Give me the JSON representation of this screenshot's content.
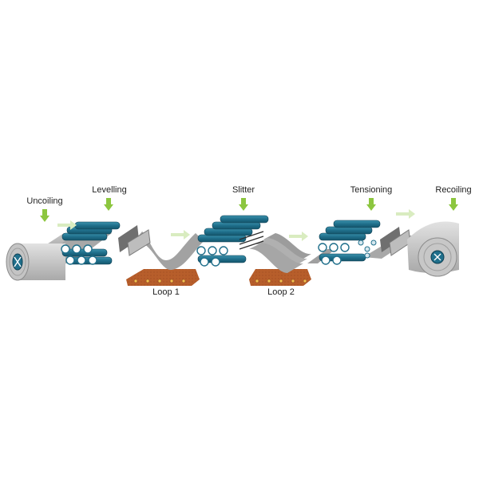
{
  "labels": {
    "uncoiling": "Uncoiling",
    "levelling": "Levelling",
    "slitter": "Slitter",
    "tensioning": "Tensioning",
    "recoiling": "Recoiling",
    "loop1": "Loop 1",
    "loop2": "Loop 2"
  },
  "colors": {
    "roller": "#1f6f8b",
    "roller_highlight": "#3d93ad",
    "arrow_green": "#8cc63f",
    "flow_arrow": "#d9ecc0",
    "loop_pit": "#b75e2b",
    "strip": "#9b9b9b",
    "coil_hub": "#1f6f8b"
  }
}
